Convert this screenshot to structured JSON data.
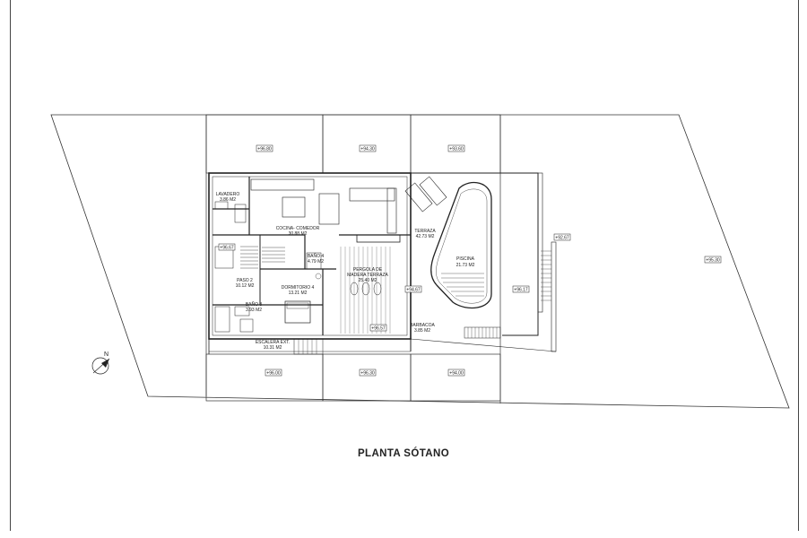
{
  "plan_title": "PLANTA SÓTANO",
  "north_label": "N",
  "rooms": [
    {
      "id": "lavadero",
      "name": "LAVADERO",
      "area": "3.86 M2"
    },
    {
      "id": "cocina",
      "name": "COCINA- COMEDOR",
      "area": "30.88 M2"
    },
    {
      "id": "terraza",
      "name": "TERRAZA",
      "area": "42.73 M2"
    },
    {
      "id": "piscina",
      "name": "PISCINA",
      "area": "21.73 M2"
    },
    {
      "id": "bano4",
      "name": "BAÑO 4",
      "area": "4.79 M2"
    },
    {
      "id": "pergola",
      "name": "PERGOLA DE",
      "name2": "MADERA TERRAZA",
      "area": "25.40 M2"
    },
    {
      "id": "paso2",
      "name": "PASO 2",
      "area": "10.12 M2"
    },
    {
      "id": "dormitorio4",
      "name": "DORMITORIO 4",
      "area": "13.21 M2"
    },
    {
      "id": "bano3",
      "name": "BAÑO 3",
      "area": "3.93 M2"
    },
    {
      "id": "barbacoa",
      "name": "BARBACOA",
      "area": "3.85 M2"
    },
    {
      "id": "escalera",
      "name": "ESCALERA EXT.",
      "area": "10.31 M2"
    }
  ],
  "levels": [
    "+96.80",
    "+94.30",
    "+93.60",
    "+96.67",
    "+94.67",
    "+96.57",
    "+96.17",
    "+92.67",
    "+95.30",
    "+96.00",
    "+96.30",
    "+94.00"
  ]
}
